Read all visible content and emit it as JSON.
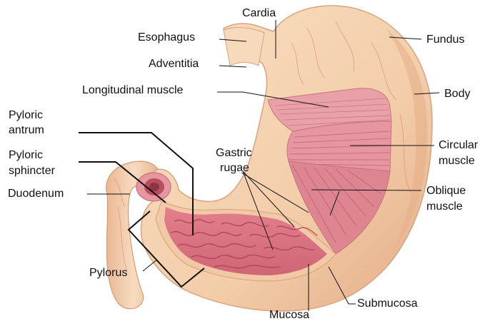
{
  "labels": {
    "cardia": "Cardia",
    "esophagus": "Esophagus",
    "fundus": "Fundus",
    "adventitia": "Adventitia",
    "longitudinal_muscle": "Longitudinal muscle",
    "body": "Body",
    "pyloric_antrum_1": "Pyloric",
    "pyloric_antrum_2": "antrum",
    "pyloric_sphincter_1": "Pyloric",
    "pyloric_sphincter_2": "sphincter",
    "gastric_rugae_1": "Gastric",
    "gastric_rugae_2": "rugae",
    "circular_muscle_1": "Circular",
    "circular_muscle_2": "muscle",
    "duodenum": "Duodenum",
    "oblique_muscle_1": "Oblique",
    "oblique_muscle_2": "muscle",
    "pylorus": "Pylorus",
    "submucosa": "Submucosa",
    "mucosa": "Mucosa"
  },
  "colors": {
    "serosa": "#f4d1ad",
    "serosa_shadow": "#e2ab86",
    "muscle": "#e59aa2",
    "mucosa": "#d7707e",
    "rugae": "#b94f60",
    "submucosa_band": "#f2c9a6",
    "leader_line": "#111111"
  }
}
